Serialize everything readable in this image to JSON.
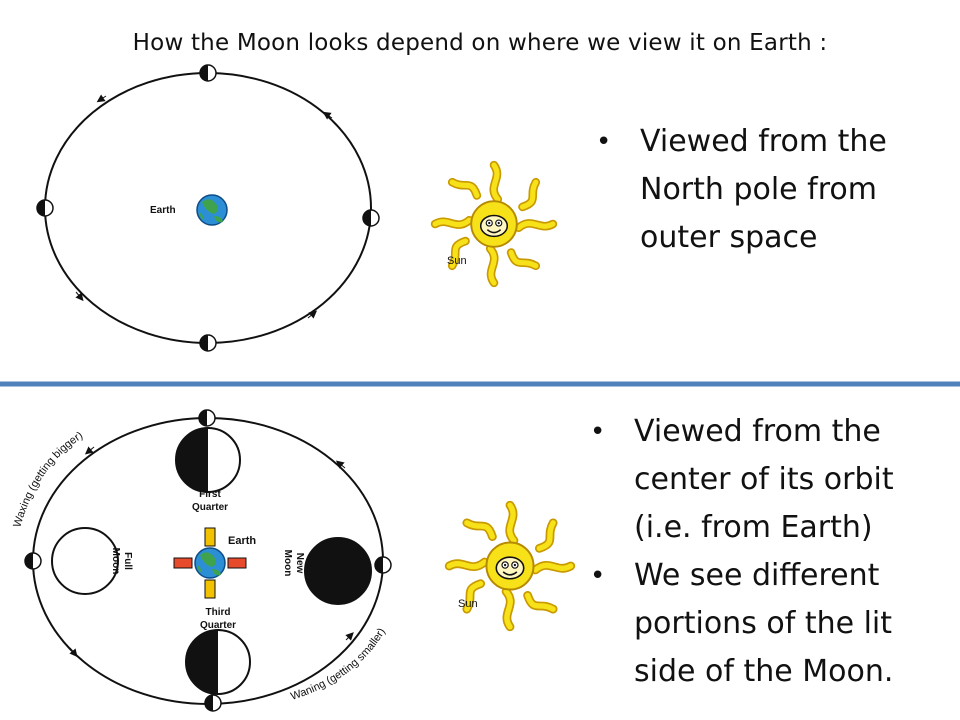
{
  "title": "How the Moon looks depend  on where we view it on Earth :",
  "top_diagram": {
    "earth_label": "Earth",
    "sun_label": "Sun"
  },
  "bottom_diagram": {
    "earth_label": "Earth",
    "sun_label": "Sun",
    "first_quarter": "First Quarter",
    "third_quarter": "Third Quarter",
    "full_moon": "Full Moon",
    "new_moon": "New Moon",
    "waxing": "Waxing (getting bigger)",
    "waning": "Waning (getting smaller)"
  },
  "bullets_top": [
    "Viewed from the North pole from outer space"
  ],
  "bullets_bottom": [
    "Viewed from the center of its orbit (i.e. from Earth)",
    "We see different portions of the lit side of the Moon."
  ],
  "colors": {
    "divider": "#4f81bd",
    "sun": "#f7e21a",
    "earth": "#2c8fd6",
    "land": "#3fa34d"
  }
}
